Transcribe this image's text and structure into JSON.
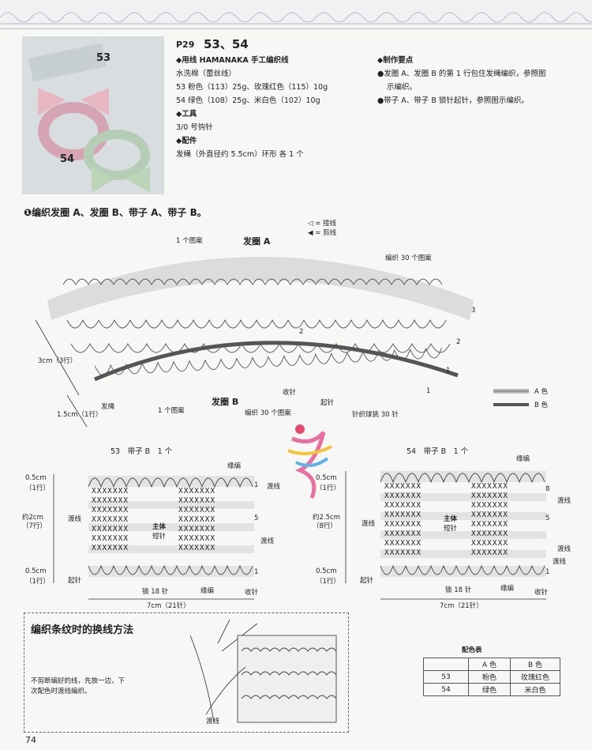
{
  "header": {
    "page_ref": "P29",
    "title": "53、54",
    "photo_labels": [
      "53",
      "54"
    ]
  },
  "materials": {
    "yarn_heading": "◆用线 HAMANAKA 手工编织线",
    "yarn_name": "水洗棉（蕾丝线）",
    "line53": "53 粉色（113）25g、玫瑰红色（115）10g",
    "line54": "54 绿色（108）25g、米白色（102）10g",
    "tools_heading": "◆工具",
    "tools": "3/0 号钩针",
    "parts_heading": "◆配件",
    "parts": "发绳（外直径约 5.5cm）环形 各 1 个"
  },
  "points": {
    "heading": "◆制作要点",
    "p1_line1": "●发圈 A、发圈 B 的第 1 行包住发绳编织，参照图",
    "p1_line2": "示编织。",
    "p2": "●带子 A、带子 B 锁针起针，参照图示编织。"
  },
  "section1": {
    "title": "❶编织发圈 A、发圈 B、带子 A、带子 B。",
    "legend_join": "◁ = 接线",
    "legend_cut": "◀ = 剪线",
    "one_motif_top": "1 个图案",
    "ring_a": "发圈 A",
    "knit30_top": "编织 30 个图案",
    "cm3": "3cm（3行）",
    "cm15": "1.5cm（1行）",
    "hair_tie": "发绳",
    "one_motif_bottom": "1 个图案",
    "ring_b": "发圈 B",
    "knit30_bottom": "编织 30 个图案",
    "fasten": "收针",
    "start": "起针",
    "bobble": "针织球挑 30 针",
    "row_nums": [
      "3",
      "2",
      "1",
      "2",
      "1"
    ],
    "legend_a": "A 色",
    "legend_b": "B 色",
    "color_a": "#d8d8d8",
    "color_b": "#777777"
  },
  "band53": {
    "title": "53　带子 B　1 个",
    "edge": "缘编",
    "top_cm": "0.5cm",
    "top_row": "（1行）",
    "mid_cm": "约2cm",
    "mid_row": "（7行）",
    "bot_cm": "0.5cm",
    "bot_row": "（1行）",
    "cross_side": "渡线",
    "main": "主体",
    "short": "短针",
    "cross_right": "渡线",
    "start": "起针",
    "chain": "锁 18 针",
    "edge_bottom": "缘编",
    "fasten": "收针",
    "width": "7cm（21针）",
    "row_nums": [
      "1",
      "5",
      "1"
    ],
    "chart_rows": [
      "XXXXXXX",
      "XXXXXXX",
      "XXXXXXX",
      "XXXXXXX",
      "XXXXXXX",
      "XXXXXXX",
      "XXXXXXX"
    ]
  },
  "band54": {
    "title": "54　带子 B　1 个",
    "edge": "缘编",
    "top_cm": "0.5cm",
    "top_row": "（1行）",
    "mid_cm": "约2.5cm",
    "mid_row": "（8行）",
    "bot_cm": "0.5cm",
    "bot_row": "（1行）",
    "cross_side": "渡线",
    "main": "主体",
    "short": "短针",
    "cross_r1": "渡线",
    "cross_r2": "渡线",
    "cross_r3": "渡线",
    "start": "起针",
    "chain": "锁 18 针",
    "edge_bottom": "缘编",
    "fasten": "收针",
    "width": "7cm（21针）",
    "row_nums": [
      "8",
      "5",
      "1"
    ],
    "chart_rows": [
      "XXXXXXX",
      "XXXXXXX",
      "XXXXXXX",
      "XXXXXXX",
      "XXXXXXX",
      "XXXXXXX",
      "XXXXXXX",
      "XXXXXXX"
    ]
  },
  "note": {
    "title": "编织条纹时的换线方法",
    "line1": "不剪断编好的线，先放一边，下",
    "line2": "次配色时渡线编织。",
    "crossing": "渡线"
  },
  "color_table": {
    "title": "配色表",
    "headers": [
      "",
      "A 色",
      "B 色"
    ],
    "rows": [
      [
        "53",
        "粉色",
        "玫瑰红色"
      ],
      [
        "54",
        "绿色",
        "米白色"
      ]
    ]
  },
  "page_number": "74"
}
